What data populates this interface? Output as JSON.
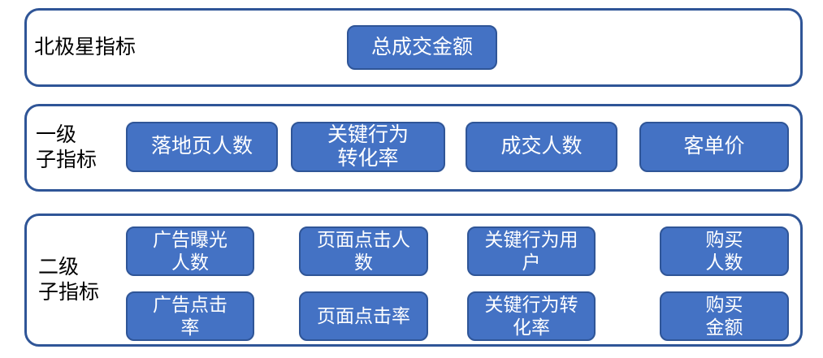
{
  "colors": {
    "box_fill": "#4472C4",
    "box_border": "#2F5597",
    "container_border": "#2F5597",
    "box_text": "#FFFFFF",
    "label_text": "#000000",
    "page_bg": "#FFFFFF"
  },
  "sections": [
    {
      "name": "north-star",
      "label": "北极星指标",
      "boxes": [
        [
          "总成交金额"
        ]
      ]
    },
    {
      "name": "level-1-sub-metrics",
      "label": "一级\n子指标",
      "boxes": [
        [
          "落地页人数",
          "关键行为\n转化率",
          "成交人数",
          "客单价"
        ]
      ]
    },
    {
      "name": "level-2-sub-metrics",
      "label": "二级\n子指标",
      "boxes": [
        [
          "广告曝光\n人数",
          "页面点击人\n数",
          "关键行为用\n户",
          "购买\n人数"
        ],
        [
          "广告点击\n率",
          "页面点击率",
          "关键行为转\n化率",
          "购买\n金额"
        ]
      ]
    }
  ]
}
